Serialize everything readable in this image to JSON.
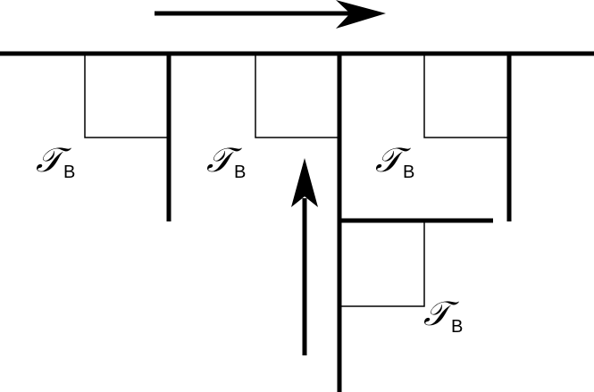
{
  "labels": [
    {
      "symbol": "𝒯",
      "subscript": "B"
    },
    {
      "symbol": "𝒯",
      "subscript": "B"
    },
    {
      "symbol": "𝒯",
      "subscript": "B"
    },
    {
      "symbol": "𝒯",
      "subscript": "B"
    }
  ],
  "colors": {
    "ink": "#000000",
    "background": "#ffffff"
  }
}
